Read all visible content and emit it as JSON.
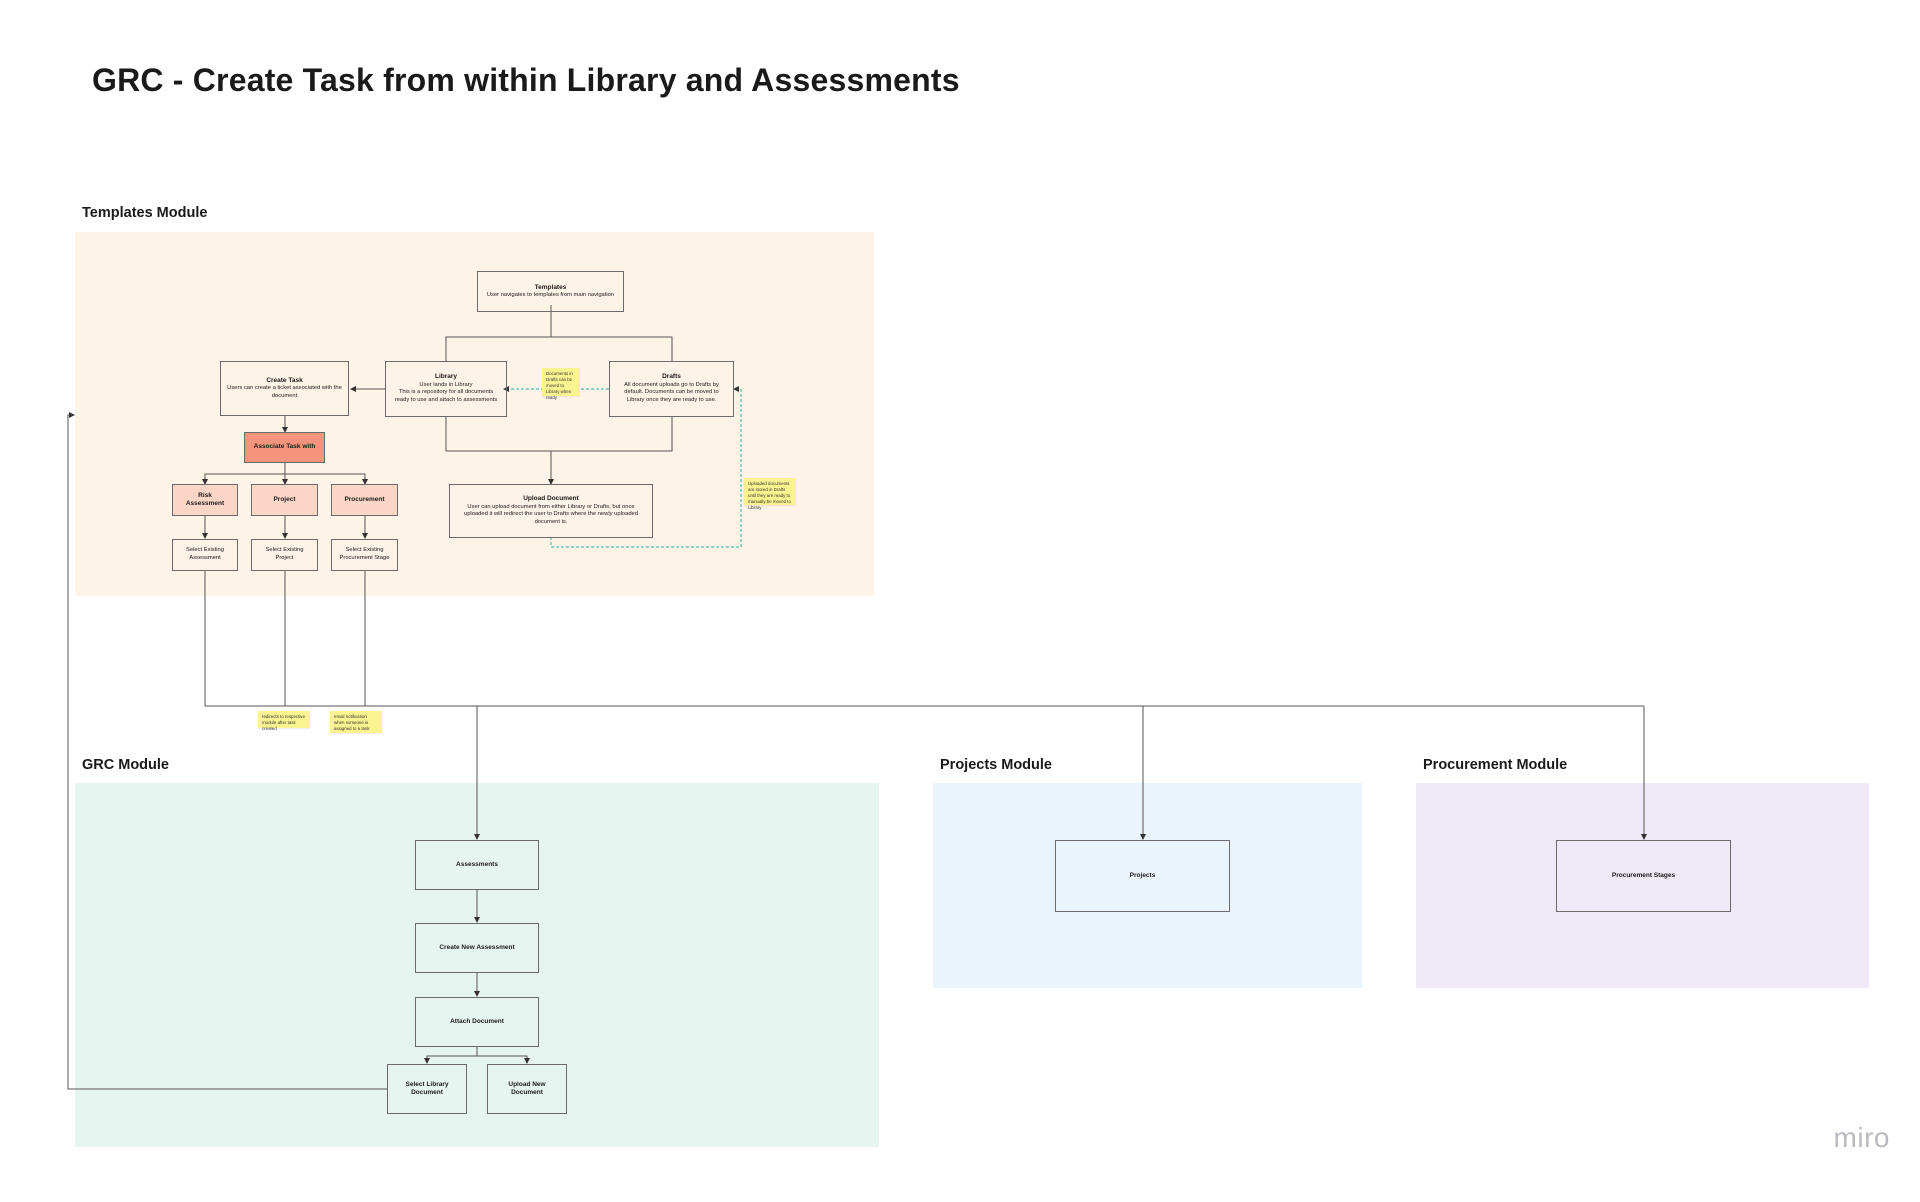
{
  "title": "GRC - Create Task from within Library and Assessments",
  "frames": {
    "templates": "Templates Module",
    "grc": "GRC Module",
    "projects": "Projects Module",
    "procurement": "Procurement Module"
  },
  "colors": {
    "templates_bg": "#fdf3e7",
    "grc_bg": "#e7f5f0",
    "projects_bg": "#eaf4fc",
    "procurement_bg": "#efe8f7",
    "associate_fill": "#f3957c",
    "option_fill": "#fbd6c7",
    "sticky_fill": "#fbf38f",
    "dashed_line": "#2db39a"
  },
  "nodes": {
    "templates": {
      "title": "Templates",
      "desc": "User navigates to templates from main navigation"
    },
    "library": {
      "title": "Library",
      "desc": "User lands in Library\nThis is a repository for all documents ready to use and attach to assessments"
    },
    "drafts": {
      "title": "Drafts",
      "desc": "All document uploads go to Drafts by default. Documents can be moved to Library once they are ready to use."
    },
    "create_task": {
      "title": "Create Task",
      "desc": "Users can create a ticket associated with the document"
    },
    "associate": {
      "title": "Associate Task with"
    },
    "risk": {
      "title": "Risk Assessment"
    },
    "project": {
      "title": "Project"
    },
    "procurement": {
      "title": "Procurement"
    },
    "upload_doc": {
      "title": "Upload Document",
      "desc": "User can upload document from either Library or Drafts, but once uploaded it will redirect the user to Drafts where the newly uploaded document is."
    },
    "sel_assessment": {
      "title": "Select Existing Assessment"
    },
    "sel_project": {
      "title": "Select Existing Project"
    },
    "sel_procurement": {
      "title": "Select Existing Procurement Stage"
    },
    "assessments": {
      "title": "Assessments"
    },
    "create_assessment": {
      "title": "Create New Assessment"
    },
    "attach_doc": {
      "title": "Attach Document"
    },
    "select_library_doc": {
      "title": "Select Library Document"
    },
    "upload_new_doc": {
      "title": "Upload New Document"
    },
    "projects": {
      "title": "Projects"
    },
    "procurement_stages": {
      "title": "Procurement Stages"
    }
  },
  "stickies": {
    "s1": "Documents in Drafts can be moved to Library when ready",
    "s2": "Uploaded documents are stored in Drafts until they are ready to manually be moved to Library",
    "s3": "redirects to respective module after task created",
    "s4": "email notification when someone is assigned to a task"
  },
  "watermark": "miro"
}
